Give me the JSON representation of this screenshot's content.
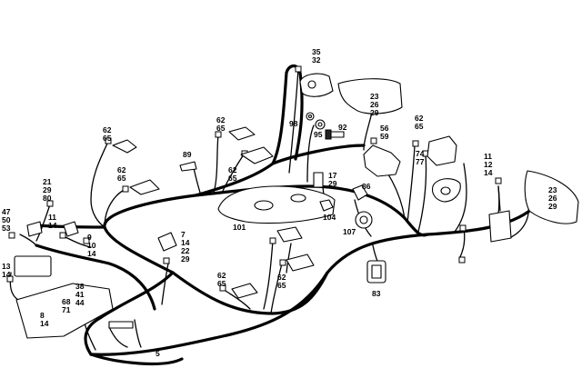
{
  "colors": {
    "line": "#000000",
    "background": "#ffffff"
  },
  "callouts": {
    "c35_32": [
      "35",
      "32"
    ],
    "c23_26_29_top": [
      "23",
      "26",
      "29"
    ],
    "c98": [
      "98"
    ],
    "c92": [
      "92"
    ],
    "c95": [
      "95"
    ],
    "c62_65_a": [
      "62",
      "65"
    ],
    "c62_65_b": [
      "62",
      "65"
    ],
    "c56_59": [
      "56",
      "59"
    ],
    "c62_65_c": [
      "62",
      "65"
    ],
    "c89": [
      "89"
    ],
    "c62_65_d": [
      "62",
      "65"
    ],
    "c62_65_e": [
      "62",
      "65"
    ],
    "c74_77": [
      "74",
      "77"
    ],
    "c11_12_14_r": [
      "11",
      "12",
      "14"
    ],
    "c17_29": [
      "17",
      "29"
    ],
    "c86": [
      "86"
    ],
    "c21_29_80": [
      "21",
      "29",
      "80"
    ],
    "c23_26_29_r": [
      "23",
      "26",
      "29"
    ],
    "c104": [
      "104"
    ],
    "c47_50_53": [
      "47",
      "50",
      "53"
    ],
    "c11_14_l": [
      "11",
      "14"
    ],
    "c101": [
      "101"
    ],
    "c107": [
      "107"
    ],
    "c9_10_14": [
      "9",
      "10",
      "14"
    ],
    "c7_14_22_29": [
      "7",
      "14",
      "22",
      "29"
    ],
    "c13_14": [
      "13",
      "14"
    ],
    "c62_65_f": [
      "62",
      "65"
    ],
    "c62_65_g": [
      "62",
      "65"
    ],
    "c83": [
      "83"
    ],
    "c38_41_44": [
      "38",
      "41",
      "44"
    ],
    "c68_71": [
      "68",
      "71"
    ],
    "c8_14": [
      "8",
      "14"
    ],
    "c5": [
      "5"
    ]
  }
}
